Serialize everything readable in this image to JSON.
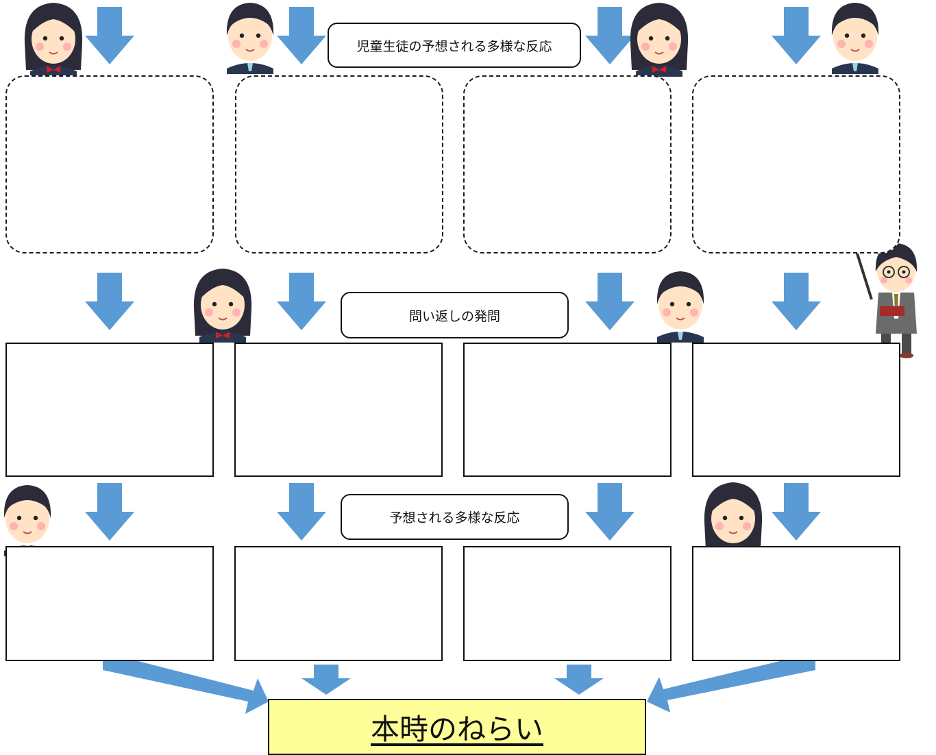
{
  "labels": {
    "row1": "児童生徒の予想される多様な反応",
    "row2": "問い返しの発問",
    "row3": "予想される多様な反応"
  },
  "goal": "本時のねらい",
  "colors": {
    "arrow": "#5b9bd5",
    "goal_fill": "#ffff99",
    "box_border": "#111111"
  },
  "icons": [
    "student-girl-icon",
    "student-boy-icon",
    "teacher-pointer-icon"
  ]
}
